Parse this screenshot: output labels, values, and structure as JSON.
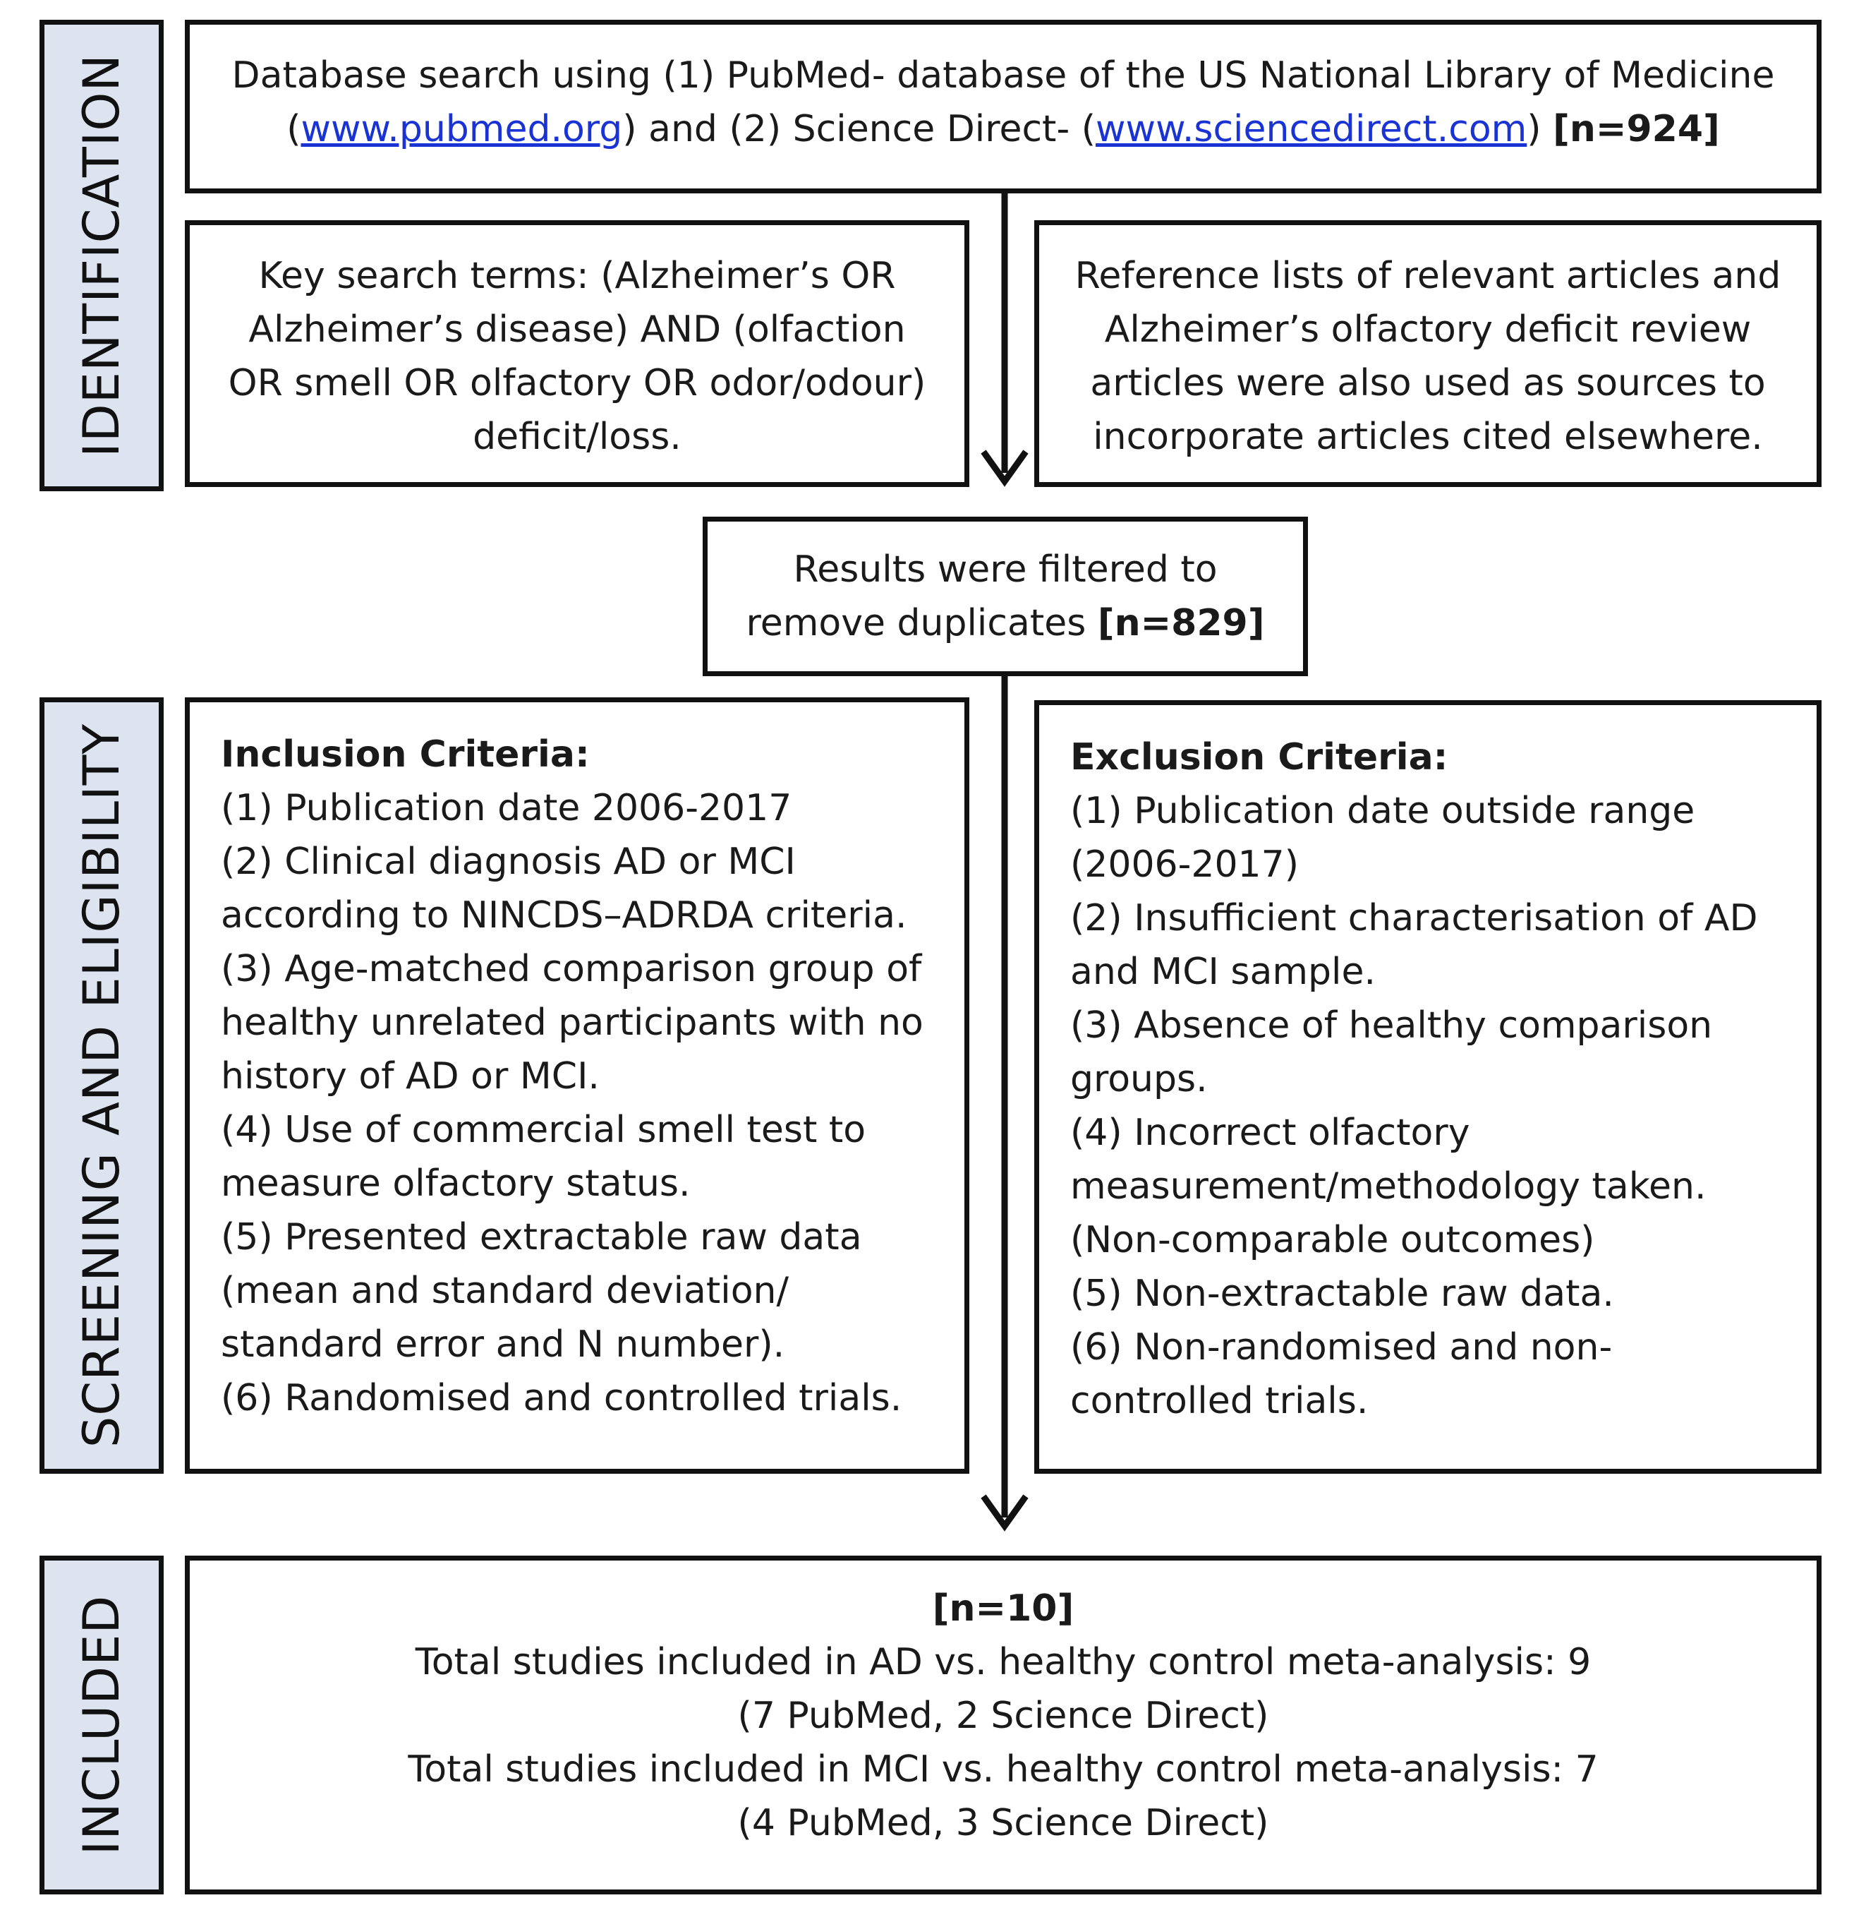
{
  "stages": {
    "identification": "IDENTIFICATION",
    "screening": "SCREENING AND ELIGIBILITY",
    "included": "INCLUDED"
  },
  "database_search": {
    "line1": "Database search using (1) PubMed- database of the US National Library of Medicine",
    "line2_open": "(",
    "pubmed_url": "www.pubmed.org",
    "line2_mid": ") and (2) Science Direct- (",
    "sciencedirect_url": "www.sciencedirect.com",
    "line2_close": ") ",
    "count": "[n=924]"
  },
  "search_terms": {
    "lines": [
      "Key search terms: (Alzheimer’s OR",
      "Alzheimer’s disease) AND (olfaction",
      "OR smell OR olfactory OR odor/odour)",
      "deficit/loss."
    ]
  },
  "reference_lists": {
    "lines": [
      "Reference lists of relevant articles and",
      "Alzheimer’s olfactory deficit review",
      "articles were also used as sources to",
      "incorporate articles cited elsewhere."
    ]
  },
  "duplicates": {
    "line1": "Results were filtered to",
    "line2": "remove duplicates ",
    "count": "[n=829]"
  },
  "inclusion": {
    "title": "Inclusion Criteria:",
    "lines": [
      "(1) Publication date 2006-2017",
      "(2) Clinical diagnosis AD or MCI",
      "according to NINCDS–ADRDA criteria.",
      "(3) Age-matched comparison group of",
      "healthy unrelated participants with no",
      "history of AD or MCI.",
      "(4) Use of commercial smell test to",
      "measure olfactory status.",
      "(5) Presented extractable raw data",
      "(mean and standard deviation/",
      "standard error and N number).",
      "(6) Randomised and controlled trials."
    ]
  },
  "exclusion": {
    "title": "Exclusion Criteria:",
    "lines": [
      "(1) Publication date outside range",
      "(2006-2017)",
      "(2) Insufficient characterisation of AD",
      "and MCI sample.",
      "(3) Absence of healthy comparison",
      "groups.",
      "(4) Incorrect olfactory",
      "measurement/methodology taken.",
      "(Non-comparable outcomes)",
      "(5) Non-extractable raw data.",
      "(6) Non-randomised and non-",
      "controlled trials."
    ]
  },
  "included": {
    "count": "[n=10]",
    "lines": [
      "Total studies included in AD vs. healthy control meta-analysis: 9",
      "(7 PubMed, 2 Science Direct)",
      "Total studies included in MCI vs. healthy control meta-analysis: 7",
      "(4 PubMed, 3 Science Direct)"
    ]
  }
}
